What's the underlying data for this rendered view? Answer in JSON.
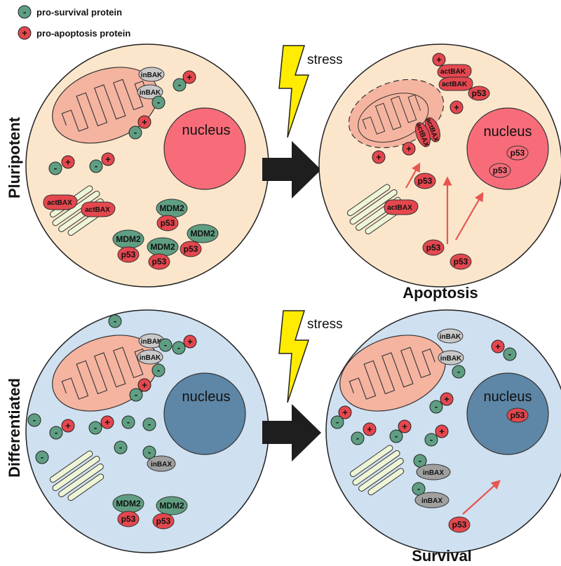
{
  "legend": {
    "survival": {
      "sign": "-",
      "label": "pro-survival protein",
      "color": "#5f9e82"
    },
    "apoptosis": {
      "sign": "+",
      "label": "pro-apoptosis protein",
      "color": "#e4474e"
    }
  },
  "rows": {
    "top": "Pluripotent",
    "bottom": "Differentiated"
  },
  "stress_label": "stress",
  "outcomes": {
    "top": "Apoptosis",
    "bottom": "Survival"
  },
  "labels": {
    "nucleus": "nucleus",
    "inBAK": "inBAK",
    "actBAK": "actBAK",
    "actBAX": "actBAX",
    "inBAX": "inBAX",
    "mdm2": "MDM2",
    "p53": "p53"
  },
  "colors": {
    "pluripotent_cell": "#fbe6cc",
    "differentiated_cell": "#cfe0f0",
    "mitochondria": "#f5b4a0",
    "nucleus_pluri": "#f86c7a",
    "nucleus_diff": "#5e86a6",
    "er": "#eef5d6",
    "survival": "#5f9e82",
    "apoptosis": "#e4474e",
    "inactive": "#c8c8c8",
    "arrow": "#e8564e",
    "bolt": "#ffec00"
  }
}
